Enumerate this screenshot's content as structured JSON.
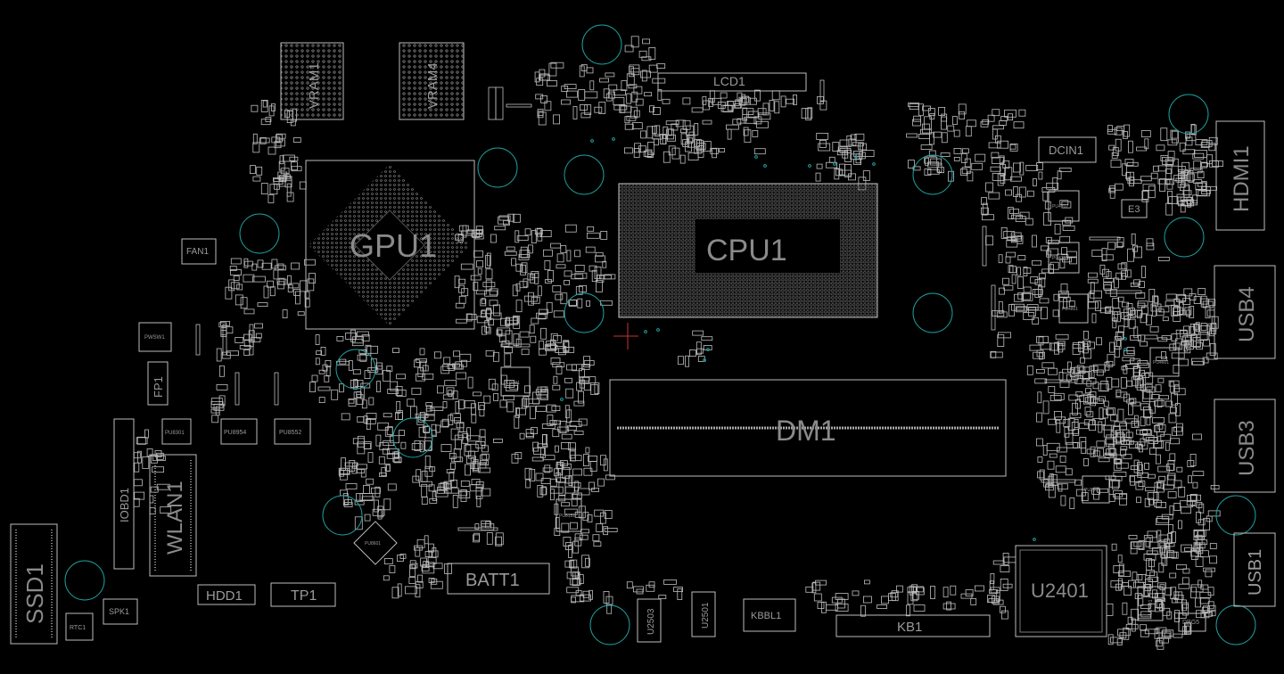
{
  "board": {
    "colors": {
      "background": "#000000",
      "outline": "#bdbdbd",
      "label": "#8a8a8a",
      "mounting_hole": "#1e9e9e",
      "marker": "#cc3333"
    },
    "labels": {
      "cpu": "CPU1",
      "gpu": "GPU1",
      "dm": "DM1",
      "vram1": "VRAM1",
      "vram4": "VRAM4",
      "lcd": "LCD1",
      "dcin": "DCIN1",
      "e3": "E3",
      "hdmi": "HDMI1",
      "usb4": "USB4",
      "usb3": "USB3",
      "usb1": "USB1",
      "u2401": "U2401",
      "kb": "KB1",
      "kbbl": "KBBL1",
      "u2501": "U2501",
      "u2503": "U2503",
      "batt": "BATT1",
      "tp": "TP1",
      "hdd": "HDD1",
      "ssd": "SSD1",
      "wlan": "WLAN1",
      "iobd": "IOBD1",
      "fp": "FP1",
      "fan": "FAN1",
      "pwsw": "PWSW1",
      "spk": "SPK1",
      "rtc": "RTC1",
      "dbg": "DBG5",
      "pu8301": "PU8301",
      "pu8954": "PU8954",
      "pu8552": "PU8552",
      "pu2301": "PU2301",
      "pu8601": "PU8601",
      "pu4702": "PU4702",
      "pu4701": "PU4701",
      "pu4801": "PU4801",
      "pu2101": "PU2101",
      "pu4601": "PU4601",
      "u7401": "U7401",
      "pu8151": "PU8151"
    }
  }
}
